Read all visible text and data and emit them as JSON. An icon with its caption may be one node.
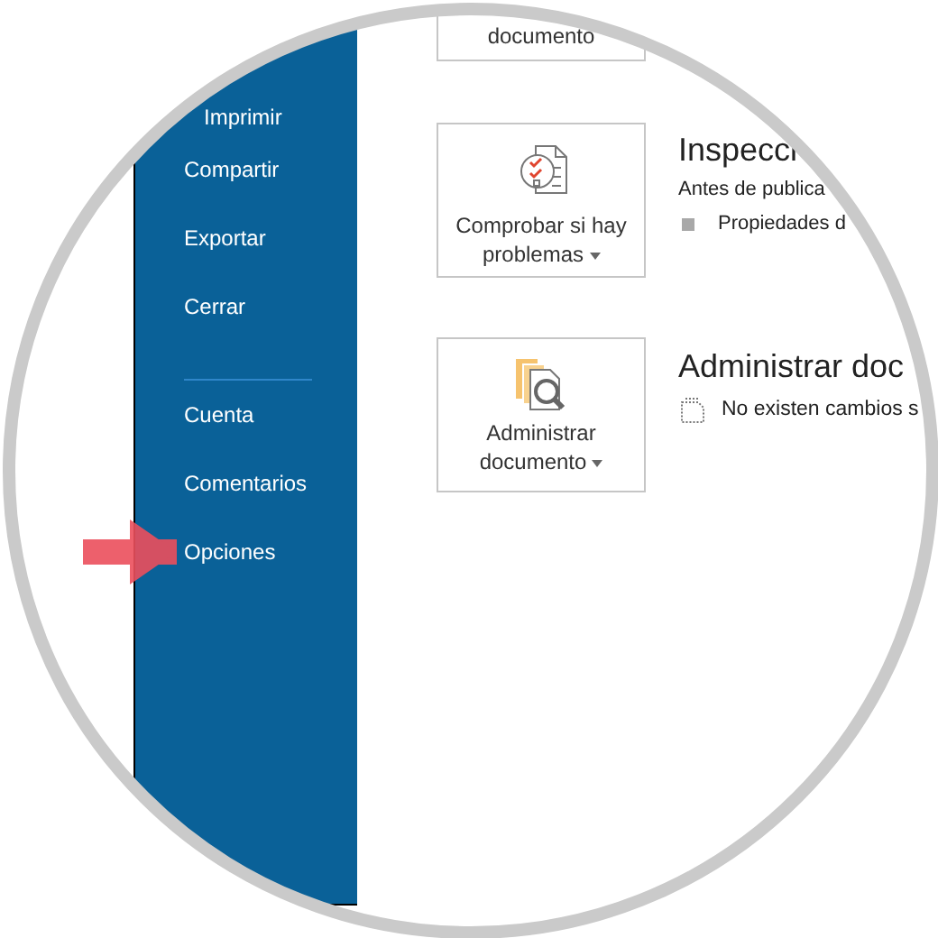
{
  "diagram": {
    "nodes": [
      {
        "text": [],
        "shape": "bar"
      },
      {
        "text": [
          "Imprimir"
        ],
        "in": 0
      },
      {
        "text": [
          "Compartir"
        ],
        "in": 0
      },
      {
        "text": [
          "Exportar"
        ],
        "in": 0
      },
      {
        "text": [
          "Cerrar"
        ],
        "in": 0
      },
      {
        "text": [
          "Cuenta"
        ],
        "in": 0
      },
      {
        "text": [
          "Comentarios"
        ],
        "in": 0
      },
      {
        "text": [
          "Opciones"
        ],
        "in": 0
      },
      {
        "text": [
          "documento"
        ]
      },
      {
        "text": [
          "Comprobar si hay problemas"
        ]
      },
      {
        "text": [
          "Administrar documento"
        ]
      }
    ],
    "edges": [
      {
        "from": null,
        "to": 7,
        "arrow": "to"
      }
    ],
    "labels": [
      "Inspecci",
      "Antes de publica",
      "Propiedades d",
      "Administrar doc",
      "No existen cambios s"
    ]
  }
}
